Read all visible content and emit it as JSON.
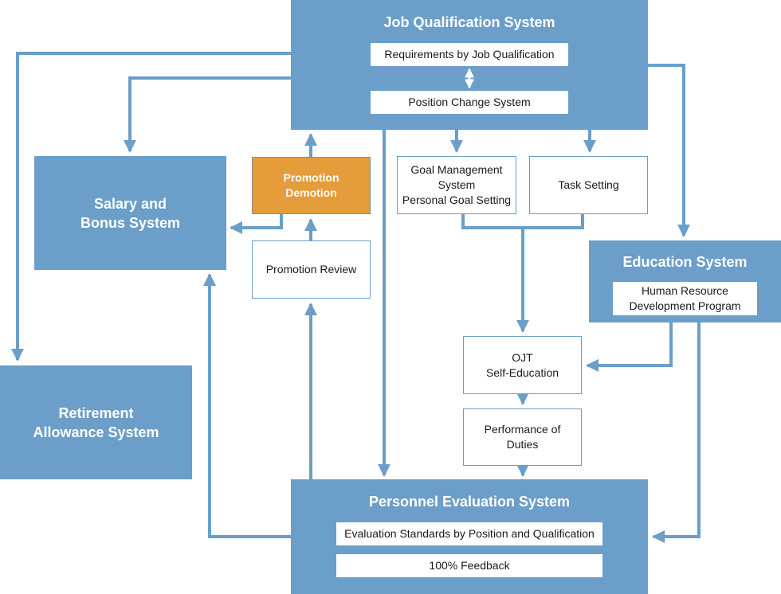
{
  "colors": {
    "primary": "#6b9ec8",
    "accent": "#e59c3a",
    "text": "#1a1a1a",
    "background": "#ffffff"
  },
  "job_qualification": {
    "title": "Job Qualification System",
    "requirements": "Requirements by Job Qualification",
    "position_change": "Position Change System"
  },
  "salary": {
    "title": "Salary and\nBonus System"
  },
  "promotion": {
    "title": "Promotion\nDemotion"
  },
  "promotion_review": {
    "label": "Promotion Review"
  },
  "goal_management": {
    "label": "Goal Management\nSystem\nPersonal Goal Setting"
  },
  "task_setting": {
    "label": "Task Setting"
  },
  "education": {
    "title": "Education System",
    "program": "Human Resource\nDevelopment Program"
  },
  "ojt": {
    "label": "OJT\nSelf-Education"
  },
  "performance": {
    "label": "Performance of\nDuties"
  },
  "retirement": {
    "title": "Retirement\nAllowance System"
  },
  "evaluation": {
    "title": "Personnel Evaluation System",
    "standards": "Evaluation Standards by Position and Qualification",
    "feedback": "100% Feedback"
  }
}
